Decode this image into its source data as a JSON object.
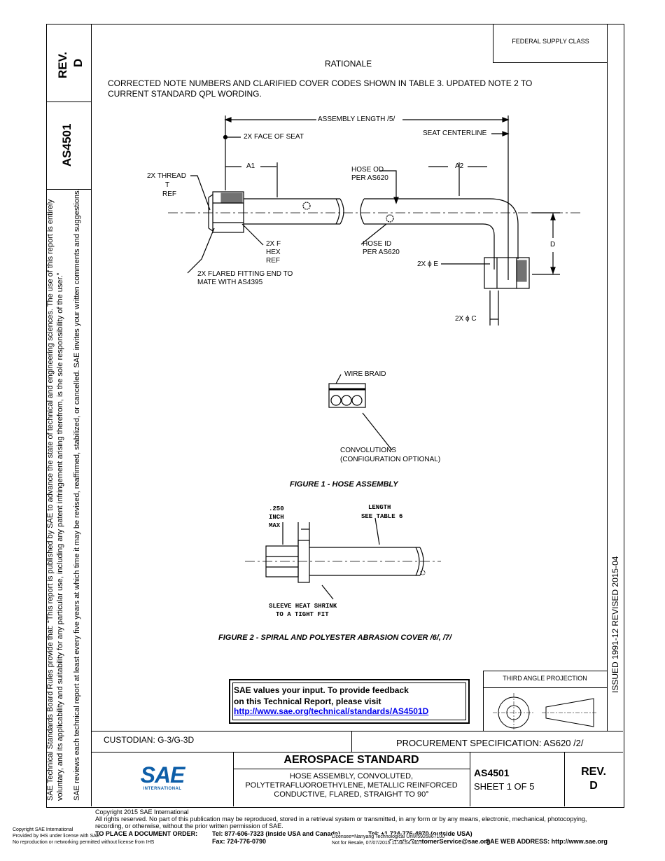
{
  "left_column": {
    "rev_label": "REV.",
    "rev_value": "D",
    "doc_number": "AS4501",
    "rules_text_line1": "SAE Technical Standards Board Rules provide that: “This report is published by SAE to advance the state of technical and engineering sciences. The use of this report is entirely",
    "rules_text_line2": "voluntary, and its applicability and suitability for any particular use, including any patent infringement arising therefrom, is the sole responsibility of the user.”",
    "rules_text_line3": "SAE reviews each technical report at least every five years at which time it may be revised, reaffirmed, stabilized, or cancelled. SAE invites your written comments and suggestions."
  },
  "header": {
    "federal_supply_class": "FEDERAL SUPPLY CLASS",
    "rationale_title": "RATIONALE",
    "rationale_text": "CORRECTED NOTE NUMBERS AND CLARIFIED COVER CODES SHOWN IN TABLE 3.  UPDATED NOTE 2 TO CURRENT STANDARD QPL WORDING."
  },
  "right_column": {
    "issued_revised": "ISSUED 1991-12     REVISED 2015-04"
  },
  "figure1": {
    "assembly_length": "ASSEMBLY LENGTH /5/",
    "face_of_seat": "2X FACE OF SEAT",
    "seat_centerline": "SEAT CENTERLINE",
    "a1": "A1",
    "a2": "A2",
    "hose_od_1": "HOSE OD",
    "hose_od_2": "PER AS620",
    "thread_1": "2X THREAD",
    "thread_2": "T",
    "thread_3": "REF",
    "hex_1": "2X  F",
    "hex_2": "HEX",
    "hex_3": "REF",
    "hose_id_1": "HOSE ID",
    "hose_id_2": "PER AS620",
    "dia_e": "2X ϕ  E",
    "dim_d": "D",
    "dia_c": "2X ϕ  C",
    "flared_1": "2X FLARED FITTING END TO",
    "flared_2": "MATE WITH AS4395",
    "wire_braid": "WIRE BRAID",
    "convolutions_1": "CONVOLUTIONS",
    "convolutions_2": "(CONFIGURATION OPTIONAL)",
    "caption": "FIGURE 1 - HOSE ASSEMBLY"
  },
  "figure2": {
    "dim_250_1": ".250",
    "dim_250_2": "INCH",
    "dim_250_3": "MAX",
    "length_1": "LENGTH",
    "length_2": "SEE TABLE 6",
    "sleeve_1": "SLEEVE HEAT SHRINK",
    "sleeve_2": "TO A TIGHT FIT",
    "caption": "FIGURE 2 - SPIRAL AND POLYESTER ABRASION COVER /6/, /7/"
  },
  "feedback": {
    "line1": "SAE values your input. To provide feedback",
    "line2": "on this Technical Report, please visit",
    "link": "http://www.sae.org/technical/standards/AS4501D"
  },
  "projection": {
    "label": "THIRD ANGLE PROJECTION"
  },
  "title_block": {
    "custodian": "CUSTODIAN: G-3/G-3D",
    "procurement": "PROCUREMENT SPECIFICATION: AS620 /2/",
    "standard_type": "AEROSPACE STANDARD",
    "title_line1": "HOSE ASSEMBLY, CONVOLUTED,",
    "title_line2": "POLYTETRAFLUOROETHYLENE, METALLIC REINFORCED",
    "title_line3": "CONDUCTIVE, FLARED, STRAIGHT TO 90°",
    "doc_number": "AS4501",
    "sheet": "SHEET 1 OF 5",
    "rev_label": "REV.",
    "rev_value": "D",
    "logo_text": "SAE",
    "logo_sub": "INTERNATIONAL"
  },
  "footer": {
    "copyright": "Copyright 2015 SAE International",
    "rights_line1": "All rights reserved. No part of this publication may be reproduced, stored in a retrieval system or transmitted, in any form or by any means, electronic, mechanical, photocopying,",
    "rights_line2": "recording, or otherwise, without the prior written permission of SAE.",
    "order_label": "TO PLACE A DOCUMENT ORDER:",
    "tel": "Tel:  877-606-7323 (inside USA and Canada)",
    "tel_outside": "Tel:  +1 724-776-4970 (outside USA)",
    "fax": "Fax:  724-776-0790",
    "email": "Email: CustomerService@sae.org",
    "web": "SAE WEB ADDRESS:  http://www.sae.org",
    "ihs_line1": "Copyright SAE International",
    "ihs_line2": "Provided by IHS under license with SAE",
    "ihs_line3": "No reproduction or networking permitted without license from IHS",
    "licensee_line1": "Licensee=Nanyang Technological Univ/5926867100",
    "licensee_line2": "Not for Resale, 07/07/2015 11:48:54 MDT"
  }
}
